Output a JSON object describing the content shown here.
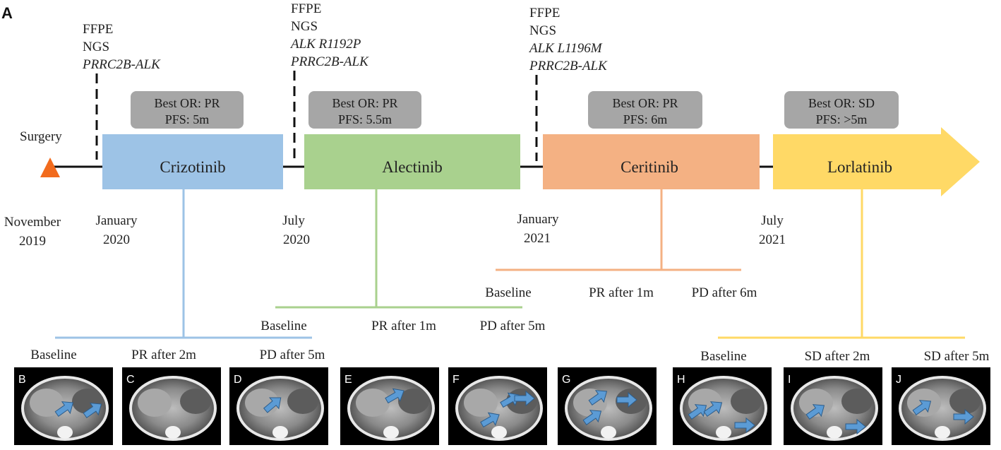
{
  "figure_label": "A",
  "surgery": {
    "label": "Surgery",
    "date": [
      "November",
      "2019"
    ]
  },
  "ngs_annotations": [
    {
      "lines": [
        "FFPE",
        "NGS"
      ],
      "italic": [
        "PRRC2B-ALK"
      ]
    },
    {
      "lines": [
        "FFPE",
        "NGS"
      ],
      "italic": [
        "ALK R1192P",
        "PRRC2B-ALK"
      ]
    },
    {
      "lines": [
        "FFPE",
        "NGS"
      ],
      "italic": [
        "ALK L1196M",
        "PRRC2B-ALK"
      ]
    }
  ],
  "treatments": [
    {
      "name": "Crizotinib",
      "color": "#9DC3E6",
      "best_or": "Best OR: PR",
      "pfs": "PFS: 5m",
      "start": [
        "January",
        "2020"
      ],
      "scans": [
        "Baseline",
        "PR after 2m",
        "PD after 5m"
      ]
    },
    {
      "name": "Alectinib",
      "color": "#A9D18E",
      "best_or": "Best OR: PR",
      "pfs": "PFS: 5.5m",
      "start": [
        "July",
        "2020"
      ],
      "scans": [
        "Baseline",
        "PR after 1m",
        "PD after 5m"
      ]
    },
    {
      "name": "Ceritinib",
      "color": "#F4B183",
      "best_or": "Best OR: PR",
      "pfs": "PFS: 6m",
      "start": [
        "January",
        "2021"
      ],
      "scans": [
        "Baseline",
        "PR after 1m",
        "PD after 6m"
      ]
    },
    {
      "name": "Lorlatinib",
      "color": "#FFD966",
      "best_or": "Best OR: SD",
      "pfs": "PFS: >5m",
      "start": [
        "July",
        "2021"
      ],
      "scans": [
        "Baseline",
        "SD after 2m",
        "SD after 5m"
      ]
    }
  ],
  "ct_panels": [
    "B",
    "C",
    "D",
    "E",
    "F",
    "G",
    "H",
    "I",
    "J"
  ],
  "colors": {
    "surgery_marker": "#F26B1D",
    "summary_box": "#A6A6A6",
    "arrow": "#5B9BD5",
    "timeline": "#111111"
  }
}
